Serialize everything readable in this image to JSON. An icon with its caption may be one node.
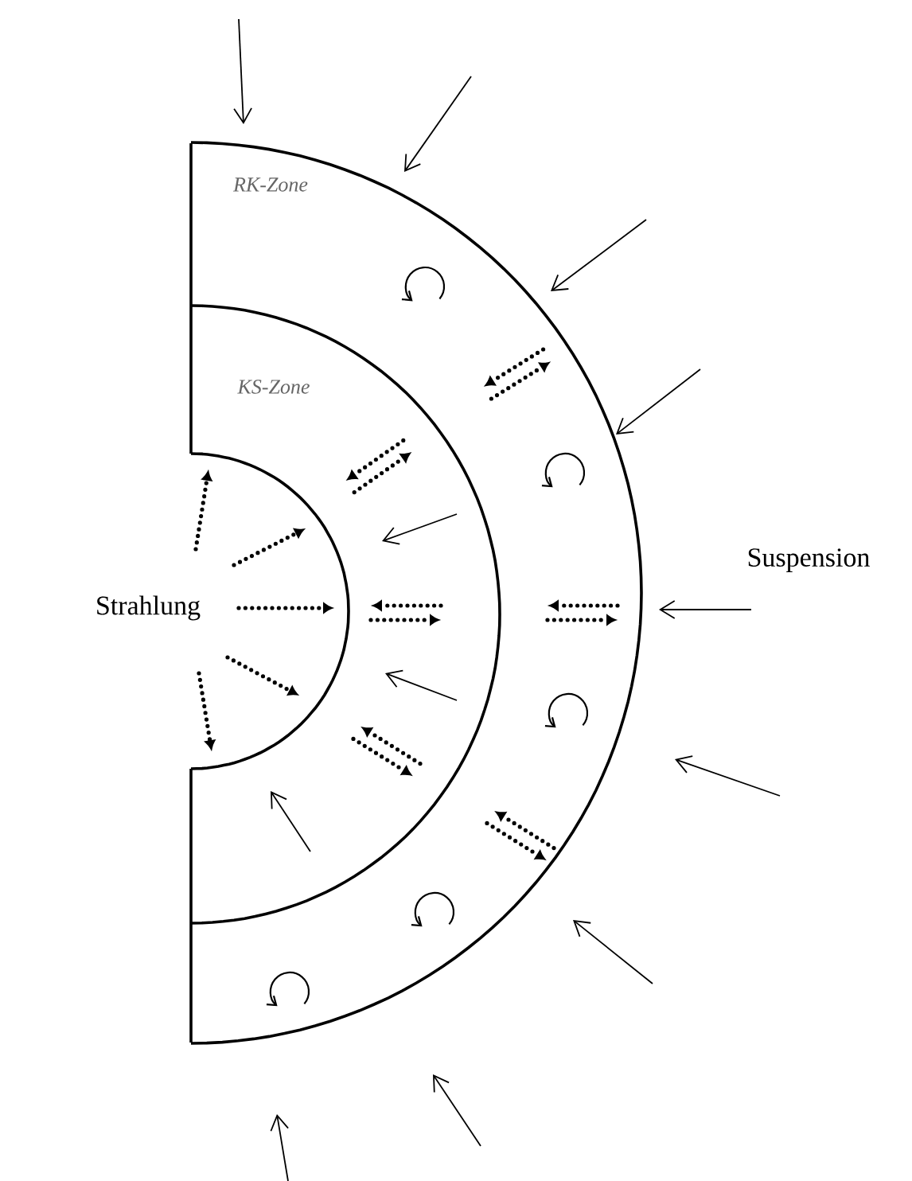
{
  "diagram": {
    "nodes": [
      {
        "text": [
          "RK-Zone"
        ]
      },
      {
        "text": [
          "KS-Zone"
        ]
      }
    ],
    "labels": [
      "Strahlung",
      "Suspension"
    ]
  }
}
